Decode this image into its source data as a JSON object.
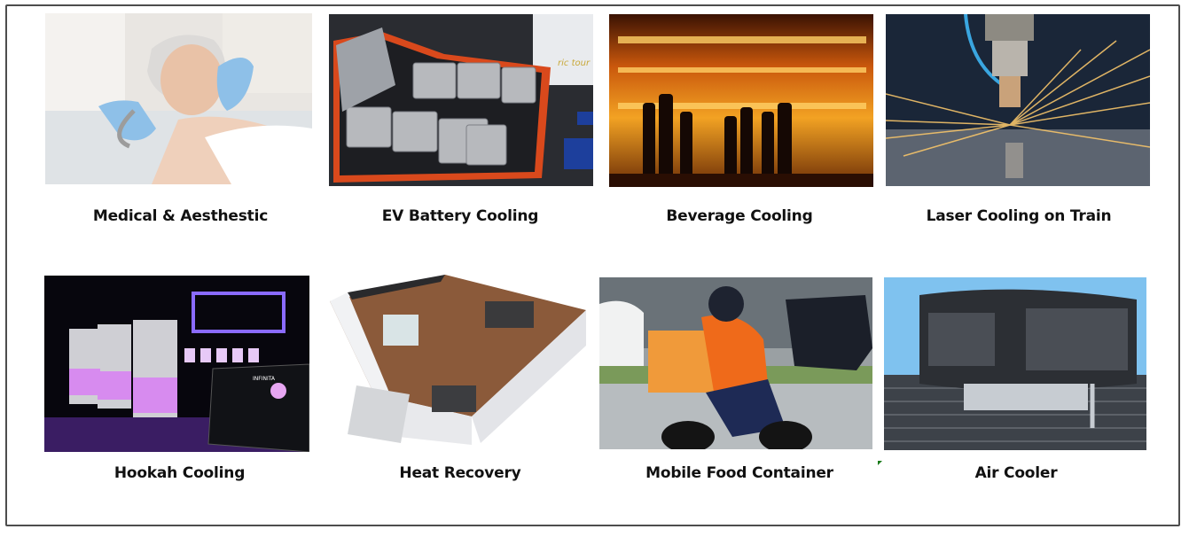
{
  "grid": {
    "items": [
      {
        "label": "Medical & Aesthestic",
        "image": "medical-aesthetic-photo"
      },
      {
        "label": "EV Battery Cooling",
        "image": "ev-battery-photo"
      },
      {
        "label": "Beverage Cooling",
        "image": "beverage-bottles-photo"
      },
      {
        "label": "Laser Cooling on Train",
        "image": "laser-cutting-photo"
      },
      {
        "label": "Hookah Cooling",
        "image": "hookah-devices-photo"
      },
      {
        "label": "Heat Recovery",
        "image": "apartment-ventilation-photo"
      },
      {
        "label": "Mobile Food Container",
        "image": "food-delivery-scooter-photo"
      },
      {
        "label": "Air Cooler",
        "image": "rooftop-air-cooler-photo"
      }
    ]
  },
  "image_text": {
    "ev_sign": "ric tour",
    "hookah_screen_title": "INFINITA"
  },
  "colors": {
    "border": "#4d4d4d",
    "caption": "#111111",
    "marker": "#1a7a1a"
  }
}
